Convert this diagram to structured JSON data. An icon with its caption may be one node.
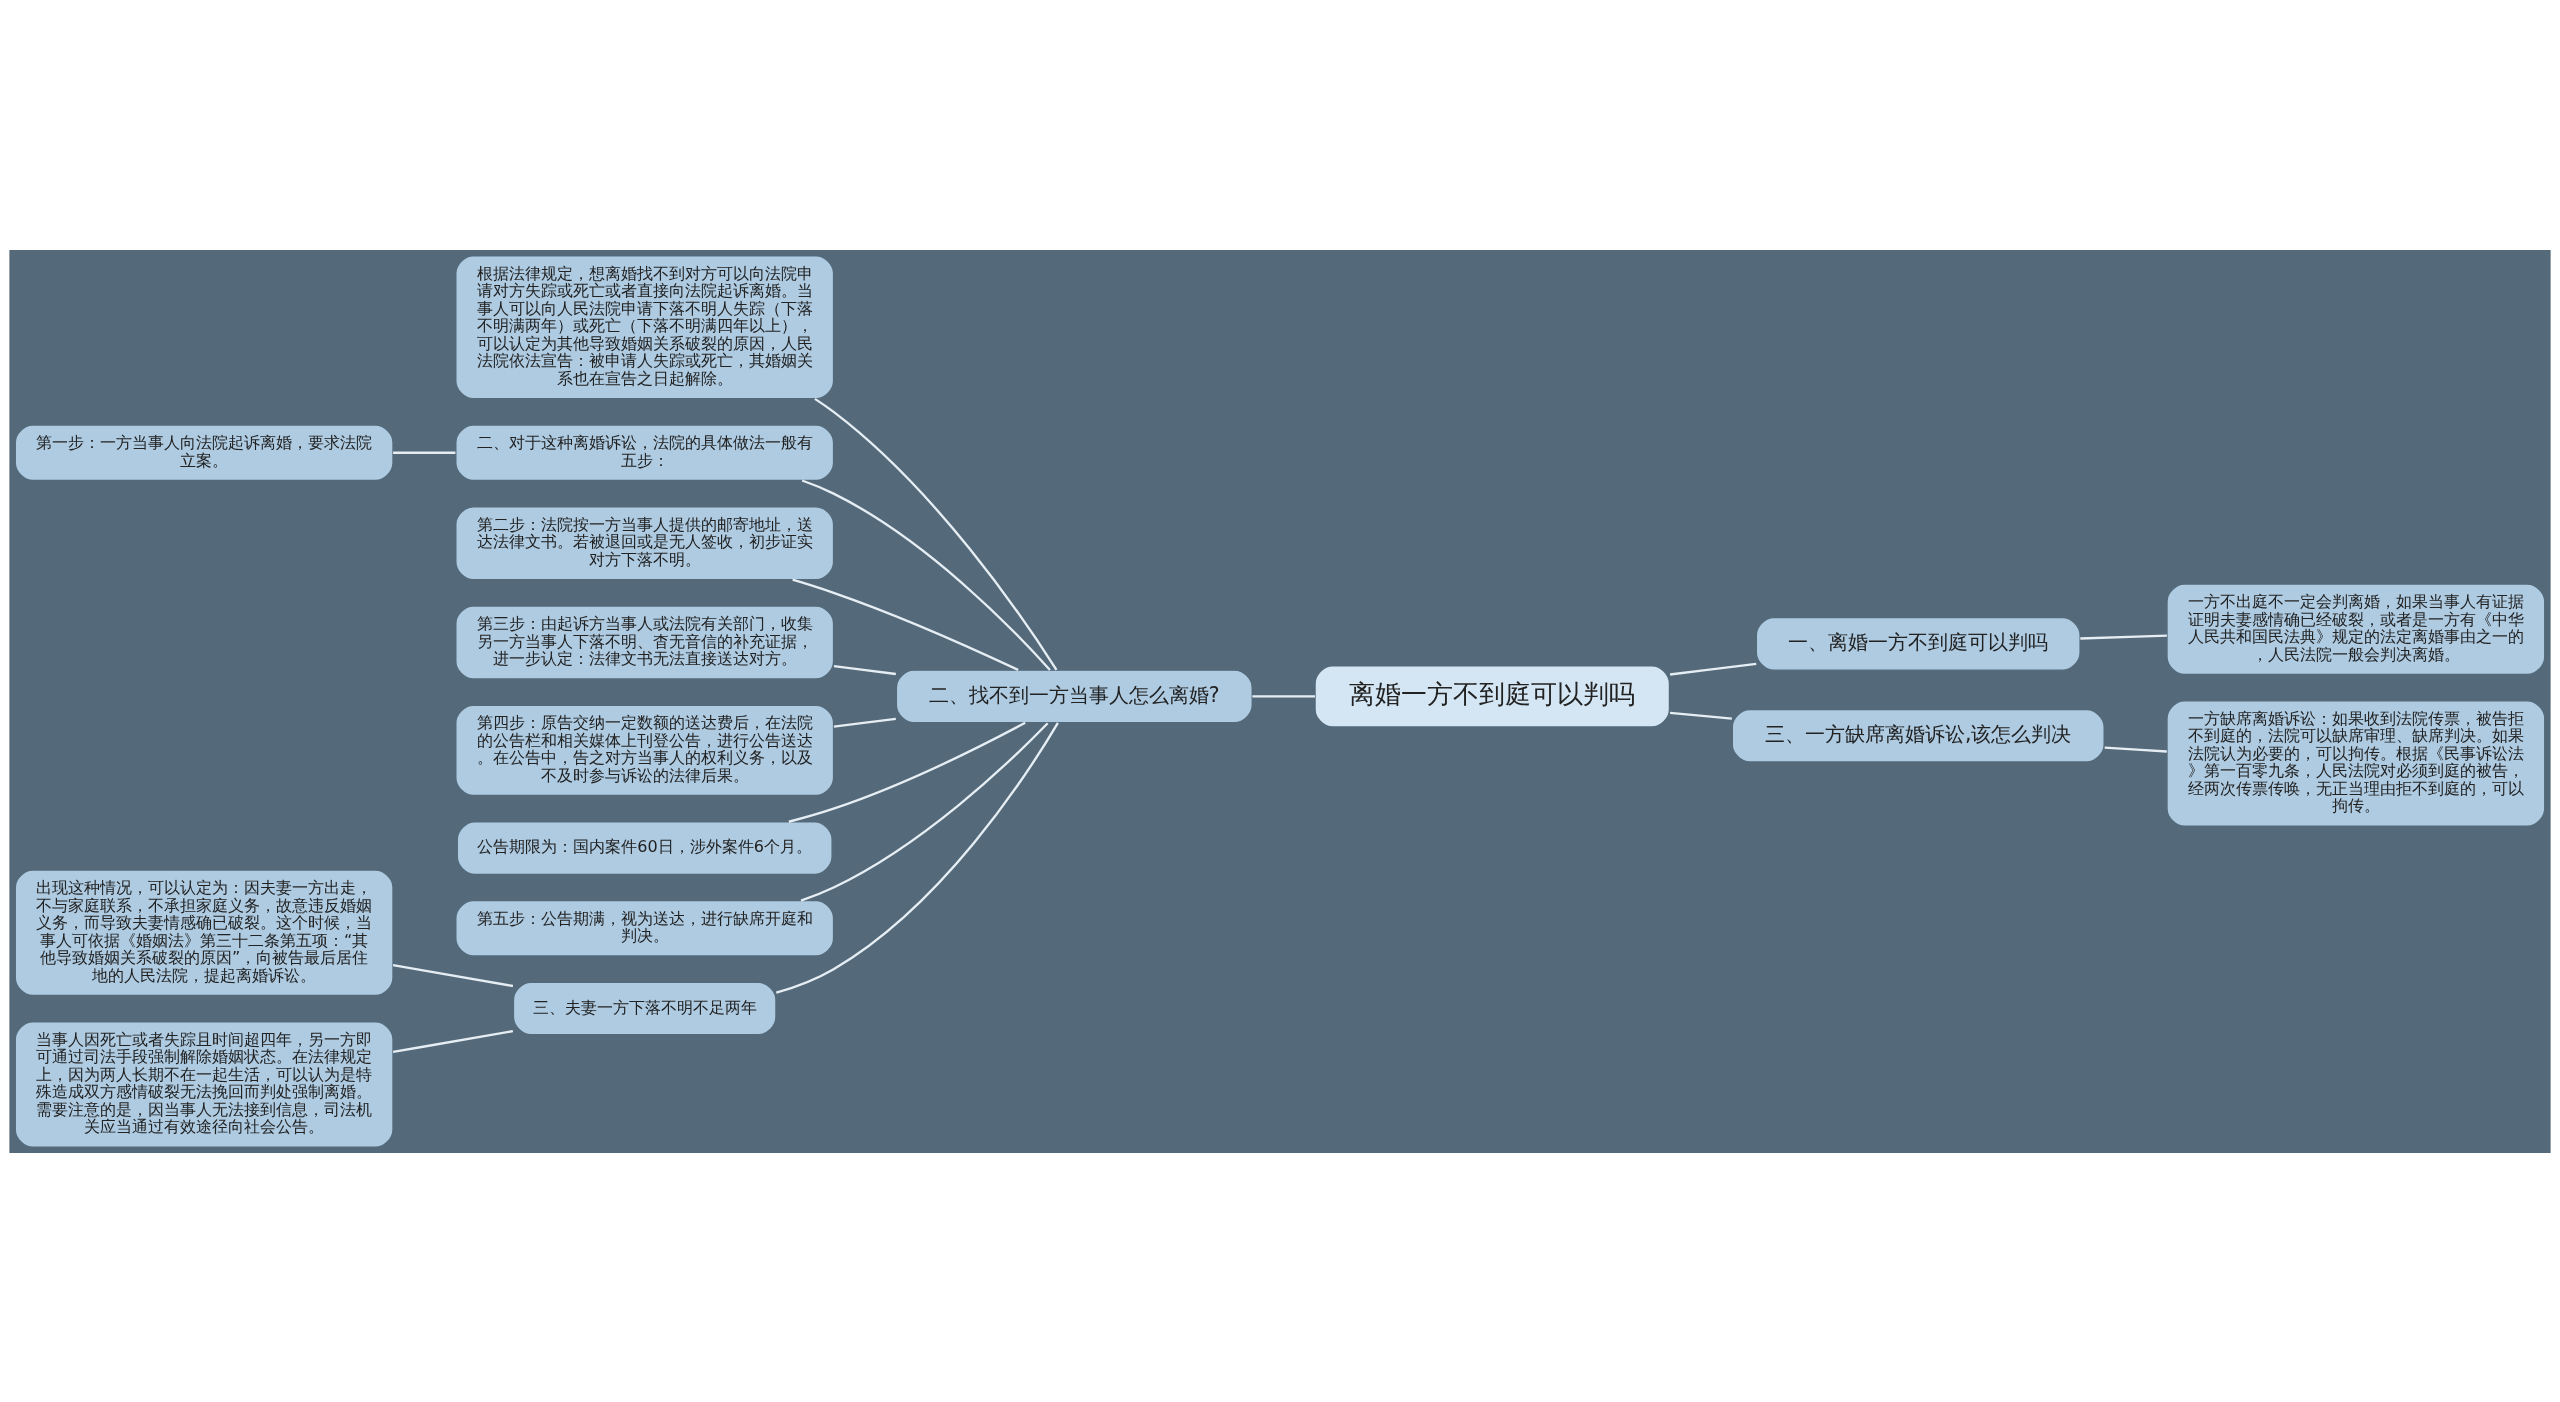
{
  "diagram": {
    "nodes": [
      {
        "text": [
          "离婚一方不到庭可以判吗"
        ]
      },
      {
        "text": [
          "一、离婚一方不到庭可以判吗"
        ]
      },
      {
        "text": [
          "一方不出庭不一定会判离婚，如果当事人有证据证明夫妻感情确已经破裂，或者是一方有《中华人民共和国民法典》规定的法定离婚事由之一的，人民法院一般会判决离婚。"
        ]
      },
      {
        "text": [
          "三、一方缺席离婚诉讼,该怎么判决"
        ]
      },
      {
        "text": [
          "一方缺席离婚诉讼：如果收到法院传票，被告拒不到庭的，法院可以缺席审理、缺席判决。如果法院认为必要的，可以拘传。根据《民事诉讼法》第一百零九条，人民法院对必须到庭的被告，经两次传票传唤，无正当理由拒不到庭的，可以拘传。"
        ]
      },
      {
        "text": [
          "二、找不到一方当事人怎么离婚?"
        ]
      },
      {
        "text": [
          "根据法律规定，想离婚找不到对方可以向法院申请对方失踪或死亡或者直接向法院起诉离婚。当事人可以向人民法院申请下落不明人失踪（下落不明满两年）或死亡（下落不明满四年以上），可以认定为其他导致婚姻关系破裂的原因，人民法院依法宣告：被申请人失踪或死亡，其婚姻关系也在宣告之日起解除。"
        ]
      },
      {
        "text": [
          "二、对于这种离婚诉讼，法院的具体做法一般有五步："
        ]
      },
      {
        "text": [
          "第一步：一方当事人向法院起诉离婚，要求法院立案。"
        ]
      },
      {
        "text": [
          "第二步：法院按一方当事人提供的邮寄地址，送达法律文书。若被退回或是无人签收，初步证实对方下落不明。"
        ]
      },
      {
        "text": [
          "第三步：由起诉方当事人或法院有关部门，收集另一方当事人下落不明、杳无音信的补充证据，进一步认定：法律文书无法直接送达对方。"
        ]
      },
      {
        "text": [
          "第四步：原告交纳一定数额的送达费后，在法院的公告栏和相关媒体上刊登公告，进行公告送达。在公告中，告之对方当事人的权利义务，以及不及时参与诉讼的法律后果。"
        ]
      },
      {
        "text": [
          "公告期限为：国内案件60日，涉外案件6个月。"
        ]
      },
      {
        "text": [
          "第五步：公告期满，视为送达，进行缺席开庭和判决。"
        ]
      },
      {
        "text": [
          "三、夫妻一方下落不明不足两年"
        ]
      },
      {
        "text": [
          "出现这种情况，可以认定为：因夫妻一方出走，不与家庭联系，不承担家庭义务，故意违反婚姻义务，而导致夫妻情感确已破裂。这个时候，当事人可依据《婚姻法》第三十二条第五项：“其他导致婚姻关系破裂的原因”，向被告最后居住地的人民法院，提起离婚诉讼。"
        ]
      },
      {
        "text": [
          "当事人因死亡或者失踪且时间超四年，另一方即可通过司法手段强制解除婚姻状态。在法律规定上，因为两人长期不在一起生活，可以认为是特殊造成双方感情破裂无法挽回而判处强制离婚。需要注意的是，因当事人无法接到信息，司法机关应当通过有效途径向社会公告。"
        ]
      }
    ],
    "edges": [
      {
        "from": 0,
        "to": 1,
        "arrow": "none"
      },
      {
        "from": 1,
        "to": 2,
        "arrow": "none"
      },
      {
        "from": 0,
        "to": 3,
        "arrow": "none"
      },
      {
        "from": 3,
        "to": 4,
        "arrow": "none"
      },
      {
        "from": 0,
        "to": 5,
        "arrow": "none"
      },
      {
        "from": 5,
        "to": 6,
        "arrow": "none"
      },
      {
        "from": 5,
        "to": 7,
        "arrow": "none"
      },
      {
        "from": 7,
        "to": 8,
        "arrow": "none"
      },
      {
        "from": 5,
        "to": 9,
        "arrow": "none"
      },
      {
        "from": 5,
        "to": 10,
        "arrow": "none"
      },
      {
        "from": 5,
        "to": 11,
        "arrow": "none"
      },
      {
        "from": 5,
        "to": 12,
        "arrow": "none"
      },
      {
        "from": 5,
        "to": 13,
        "arrow": "none"
      },
      {
        "from": 5,
        "to": 14,
        "arrow": "none"
      },
      {
        "from": 14,
        "to": 15,
        "arrow": "none"
      },
      {
        "from": 14,
        "to": 16,
        "arrow": "none"
      }
    ]
  }
}
